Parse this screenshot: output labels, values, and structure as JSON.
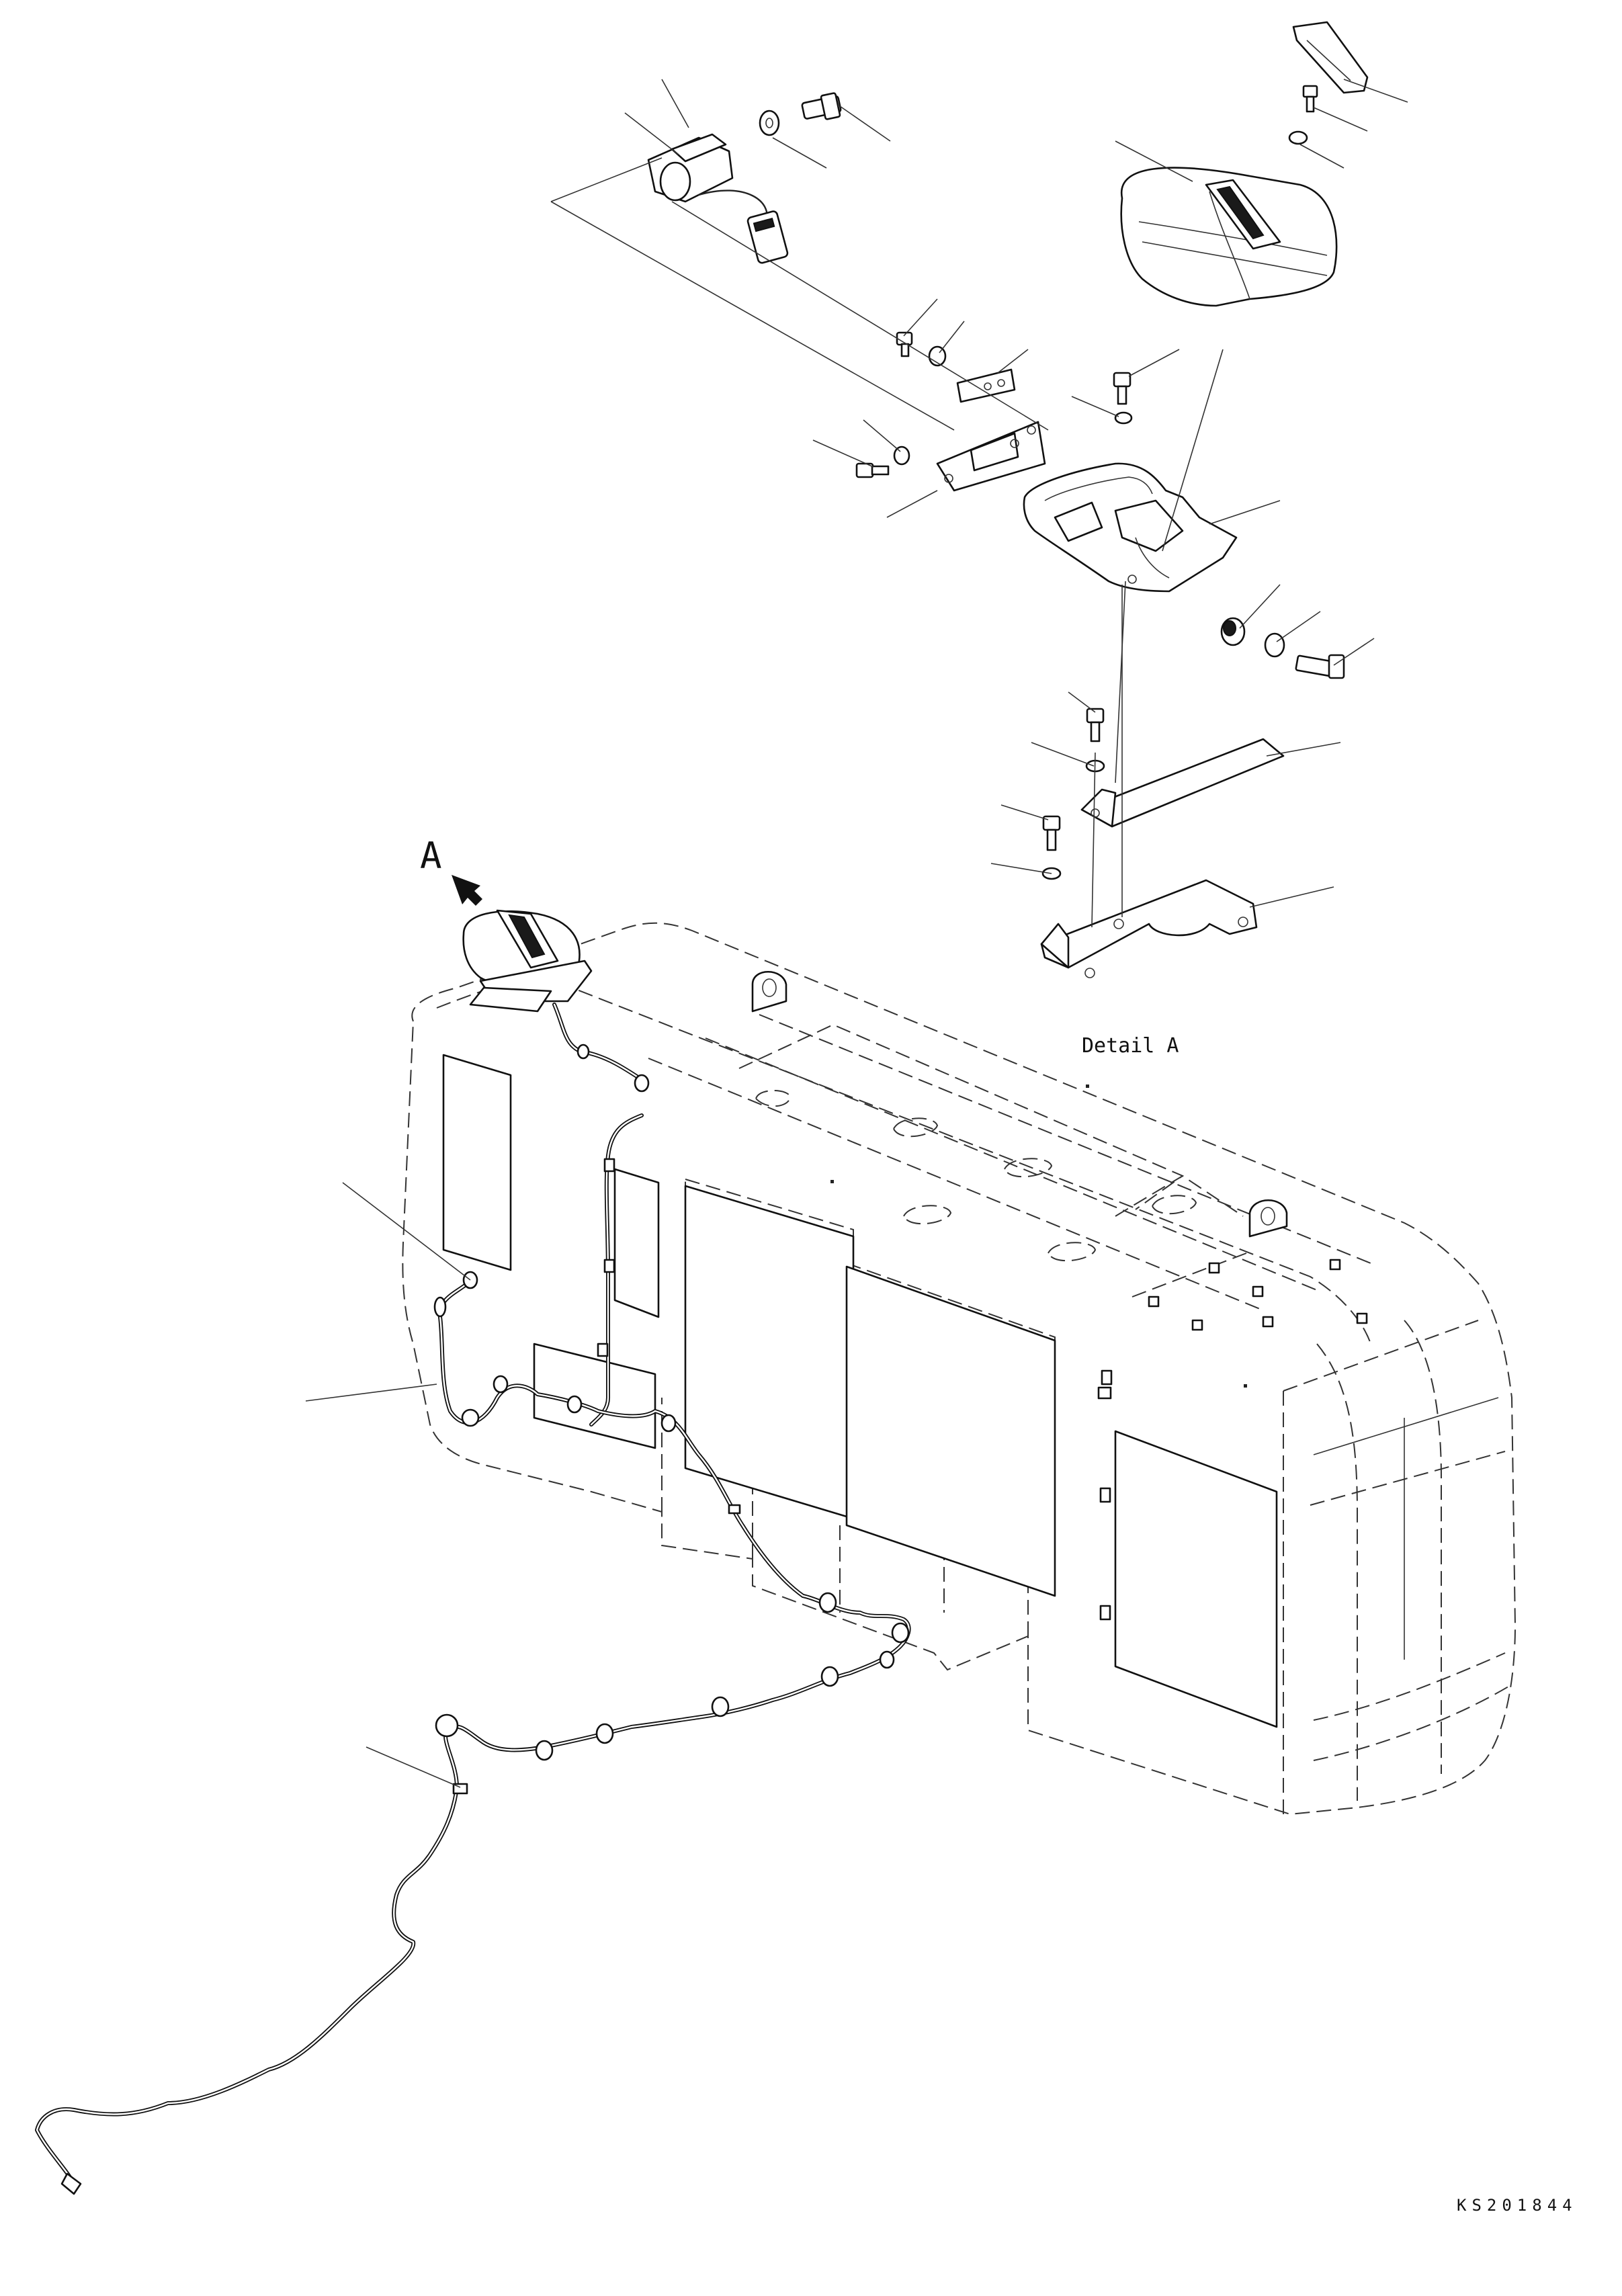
{
  "detail_letter": "A",
  "detail_caption": "Detail A",
  "drawing_code": "KS201844"
}
